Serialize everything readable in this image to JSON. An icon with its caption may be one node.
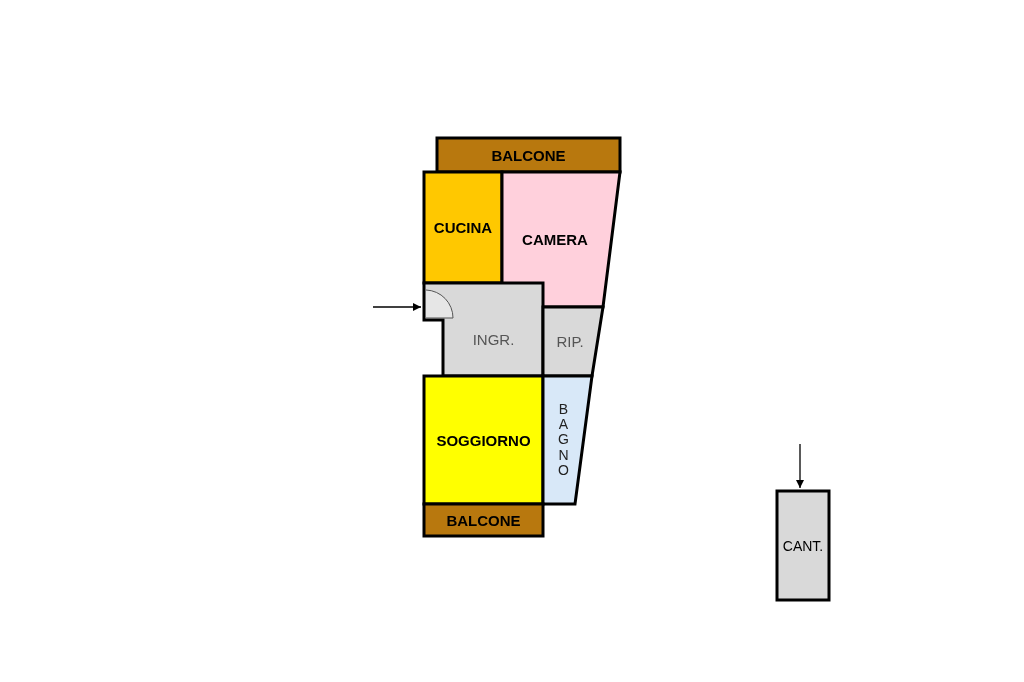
{
  "diagram": {
    "nodes": [
      {
        "text": [
          "BALCONE"
        ]
      },
      {
        "text": [
          "CUCINA"
        ]
      },
      {
        "text": [
          "CAMERA"
        ]
      },
      {
        "text": [
          "INGR."
        ]
      },
      {
        "text": [
          "RIP."
        ]
      },
      {
        "text": [
          "SOGGIORNO"
        ]
      },
      {
        "text": [
          "BAGNO"
        ]
      },
      {
        "text": [
          "BALCONE"
        ]
      },
      {
        "text": [
          "CANT."
        ]
      }
    ],
    "edges": [
      {
        "from": null,
        "to": 3,
        "arrow": "to"
      },
      {
        "from": null,
        "to": 8,
        "arrow": "to"
      }
    ]
  }
}
